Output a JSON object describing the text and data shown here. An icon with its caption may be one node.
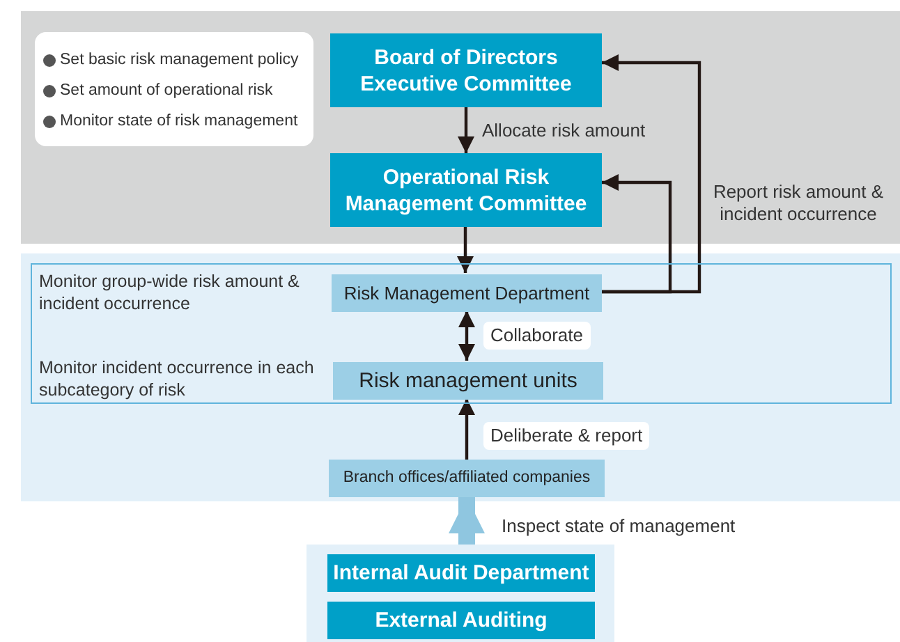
{
  "diagram": {
    "nodes": [
      {
        "text": [
          "Set basic risk management policy",
          "Set amount of operational risk",
          "Monitor state of risk management"
        ]
      },
      {
        "text": [
          "Board of Directors",
          "Executive Committee"
        ]
      },
      {
        "text": [
          "Operational Risk Management Committee"
        ]
      },
      {
        "text": [
          "Monitor group-wide risk amount & incident occurrence",
          "Monitor incident occurrence in each subcategory of risk"
        ]
      },
      {
        "text": [
          "Risk Management Department"
        ],
        "in": 3
      },
      {
        "text": [
          "Risk management units"
        ],
        "in": 3
      },
      {
        "text": [
          "Branch offices/affiliated companies"
        ]
      },
      {
        "text": [],
        "shape": "box"
      },
      {
        "text": [
          "Internal Audit Department"
        ],
        "in": 7
      },
      {
        "text": [
          "External Auditing"
        ],
        "in": 7
      }
    ],
    "edges": [
      {
        "from": 1,
        "to": 2,
        "arrow": "to",
        "label": "Allocate risk amount"
      },
      {
        "from": 2,
        "to": 4,
        "arrow": "to"
      },
      {
        "from": 4,
        "to": 1,
        "arrow": "to",
        "label": "Report risk amount & incident occurrence"
      },
      {
        "from": 4,
        "to": 2,
        "arrow": "to"
      },
      {
        "from": 4,
        "to": 5,
        "arrow": "both",
        "label": "Collaborate"
      },
      {
        "from": 6,
        "to": 5,
        "arrow": "to",
        "label": "Deliberate & report"
      },
      {
        "from": 7,
        "to": 6,
        "arrow": "to",
        "label": "Inspect state of management",
        "style": "thick",
        "color": "#8fc6e0"
      }
    ]
  }
}
